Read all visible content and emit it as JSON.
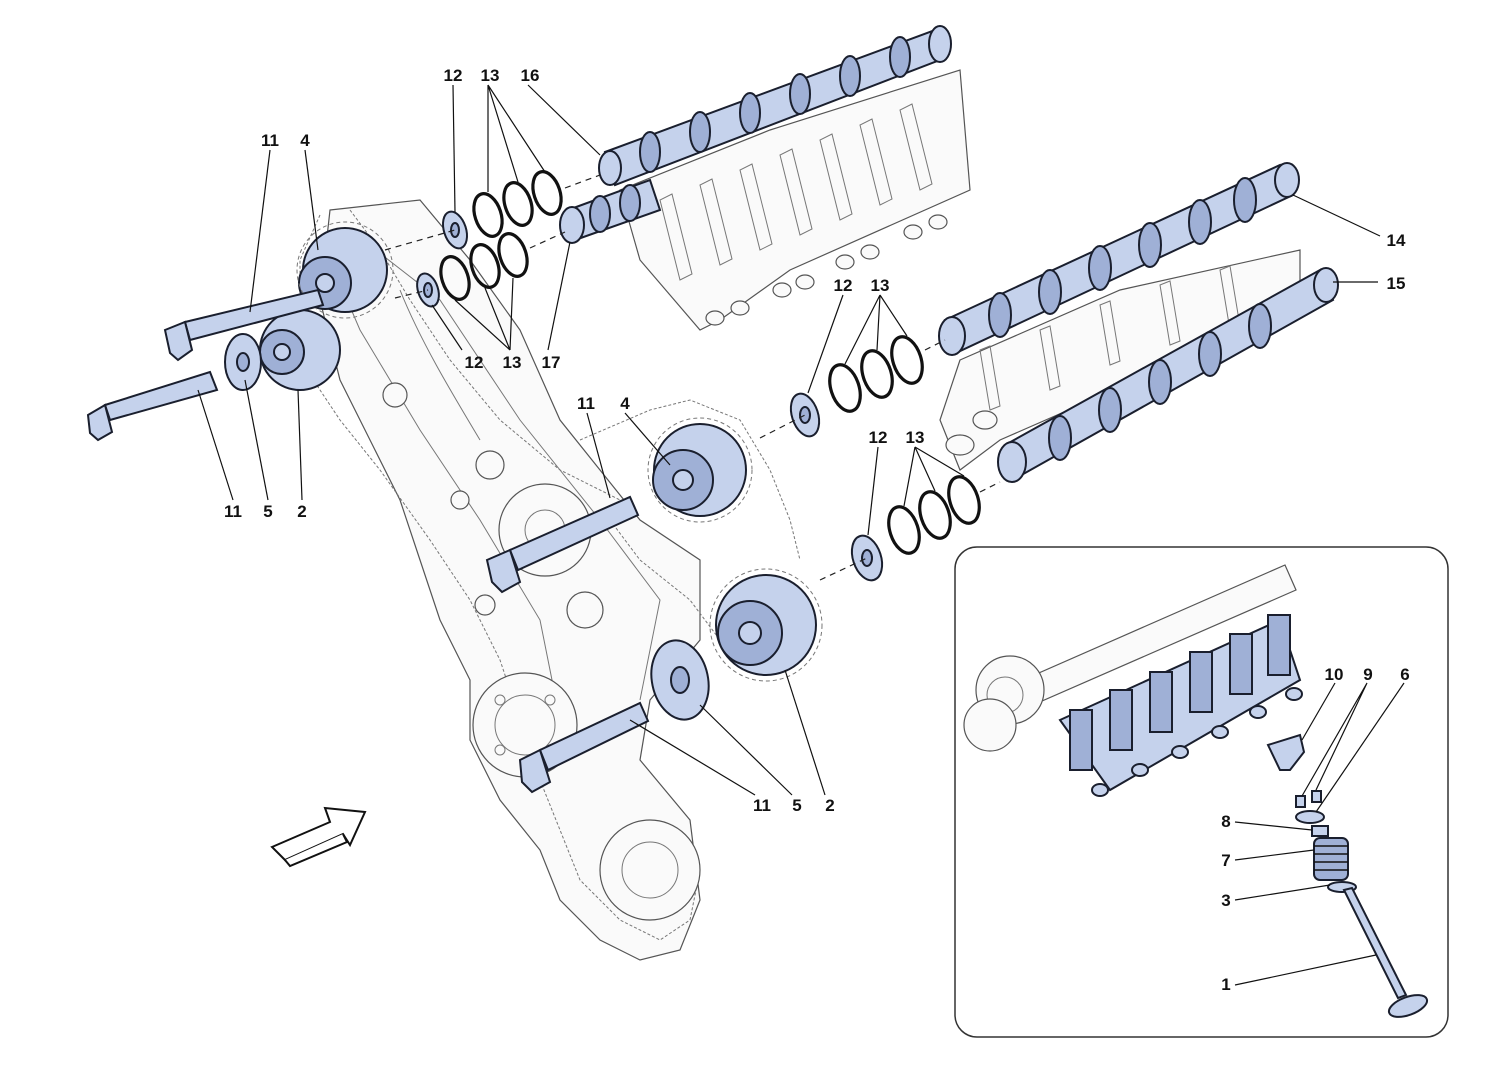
{
  "diagram": {
    "callouts": {
      "c1": "1",
      "c2a": "2",
      "c2b": "2",
      "c3": "3",
      "c4a": "4",
      "c4b": "4",
      "c5a": "5",
      "c5b": "5",
      "c6": "6",
      "c7": "7",
      "c8": "8",
      "c9": "9",
      "c10": "10",
      "c11a": "11",
      "c11b": "11",
      "c11c": "11",
      "c11d": "11",
      "c12a": "12",
      "c12b": "12",
      "c12c": "12",
      "c12d": "12",
      "c13a": "13",
      "c13b": "13",
      "c13c": "13",
      "c13d": "13",
      "c14": "14",
      "c15": "15",
      "c16": "16",
      "c17": "17"
    },
    "colors": {
      "part_fill": "#c5d2ec",
      "part_fill_dark": "#9fb0d6",
      "outline": "#1a1f2e"
    },
    "icons": {
      "direction": "arrow-icon"
    }
  }
}
